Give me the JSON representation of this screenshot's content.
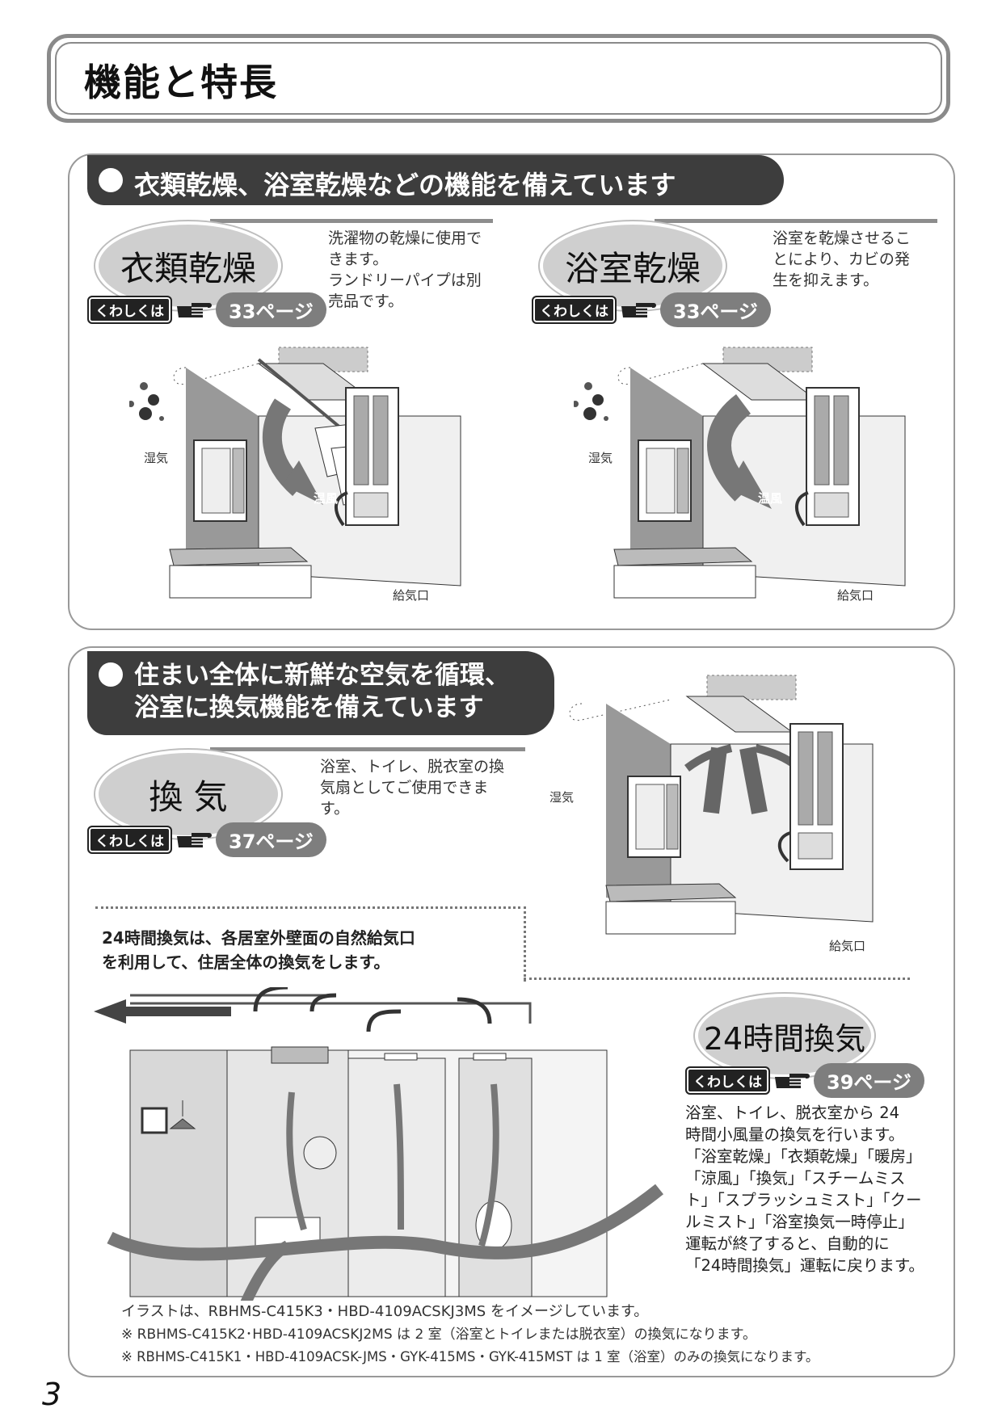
{
  "page_title": "機能と特長",
  "section1": {
    "header": "衣類乾燥、浴室乾燥などの機能を備えています",
    "features": [
      {
        "name": "衣類乾燥",
        "more_label": "くわしくは",
        "page_ref": "33ページ",
        "description": [
          "洗濯物の乾燥に使用で",
          "きます。",
          "ランドリーパイプは別",
          "売品です。"
        ]
      },
      {
        "name": "浴室乾燥",
        "more_label": "くわしくは",
        "page_ref": "33ページ",
        "description": [
          "浴室を乾燥させるこ",
          "とにより、カビの発",
          "生を抑えます。"
        ]
      }
    ],
    "labels": {
      "humidity": "湿気",
      "warm_air": "温風",
      "air_inlet": "給気口"
    }
  },
  "section2": {
    "header_lines": [
      "住まい全体に新鮮な空気を循環、",
      "浴室に換気機能を備えています"
    ],
    "feature": {
      "name": "換 気",
      "more_label": "くわしくは",
      "page_ref": "37ページ",
      "description": [
        "浴室、トイレ、脱衣室の換",
        "気扇としてご使用できま",
        "す。"
      ]
    },
    "labels": {
      "humidity": "湿気",
      "air_inlet": "給気口"
    },
    "note_lines": [
      "24時間換気は、各居室外壁面の自然給気口",
      "を利用して、住居全体の換気をします。"
    ],
    "feature_24h": {
      "name": "24時間換気",
      "more_label": "くわしくは",
      "page_ref": "39ページ",
      "description": [
        "浴室、トイレ、脱衣室から 24",
        "時間小風量の換気を行います。",
        "「浴室乾燥」「衣類乾燥」「暖房」",
        "「涼風」「換気」「スチームミス",
        "ト」「スプラッシュミスト」「クー",
        "ルミスト」「浴室換気一時停止」",
        "運転が終了すると、自動的に",
        "「24時間換気」運転に戻ります。"
      ]
    }
  },
  "footnotes": [
    "イラストは、RBHMS-C415K3・HBD-4109ACSKJ3MS をイメージしています。",
    "※ RBHMS-C415K2･HBD-4109ACSKJ2MS は 2 室（浴室とトイレまたは脱衣室）の換気になります。",
    "※ RBHMS-C415K1・HBD-4109ACSK-JMS・GYK-415MS・GYK-415MST は 1 室（浴室）のみの換気になります。"
  ],
  "page_number": "3"
}
